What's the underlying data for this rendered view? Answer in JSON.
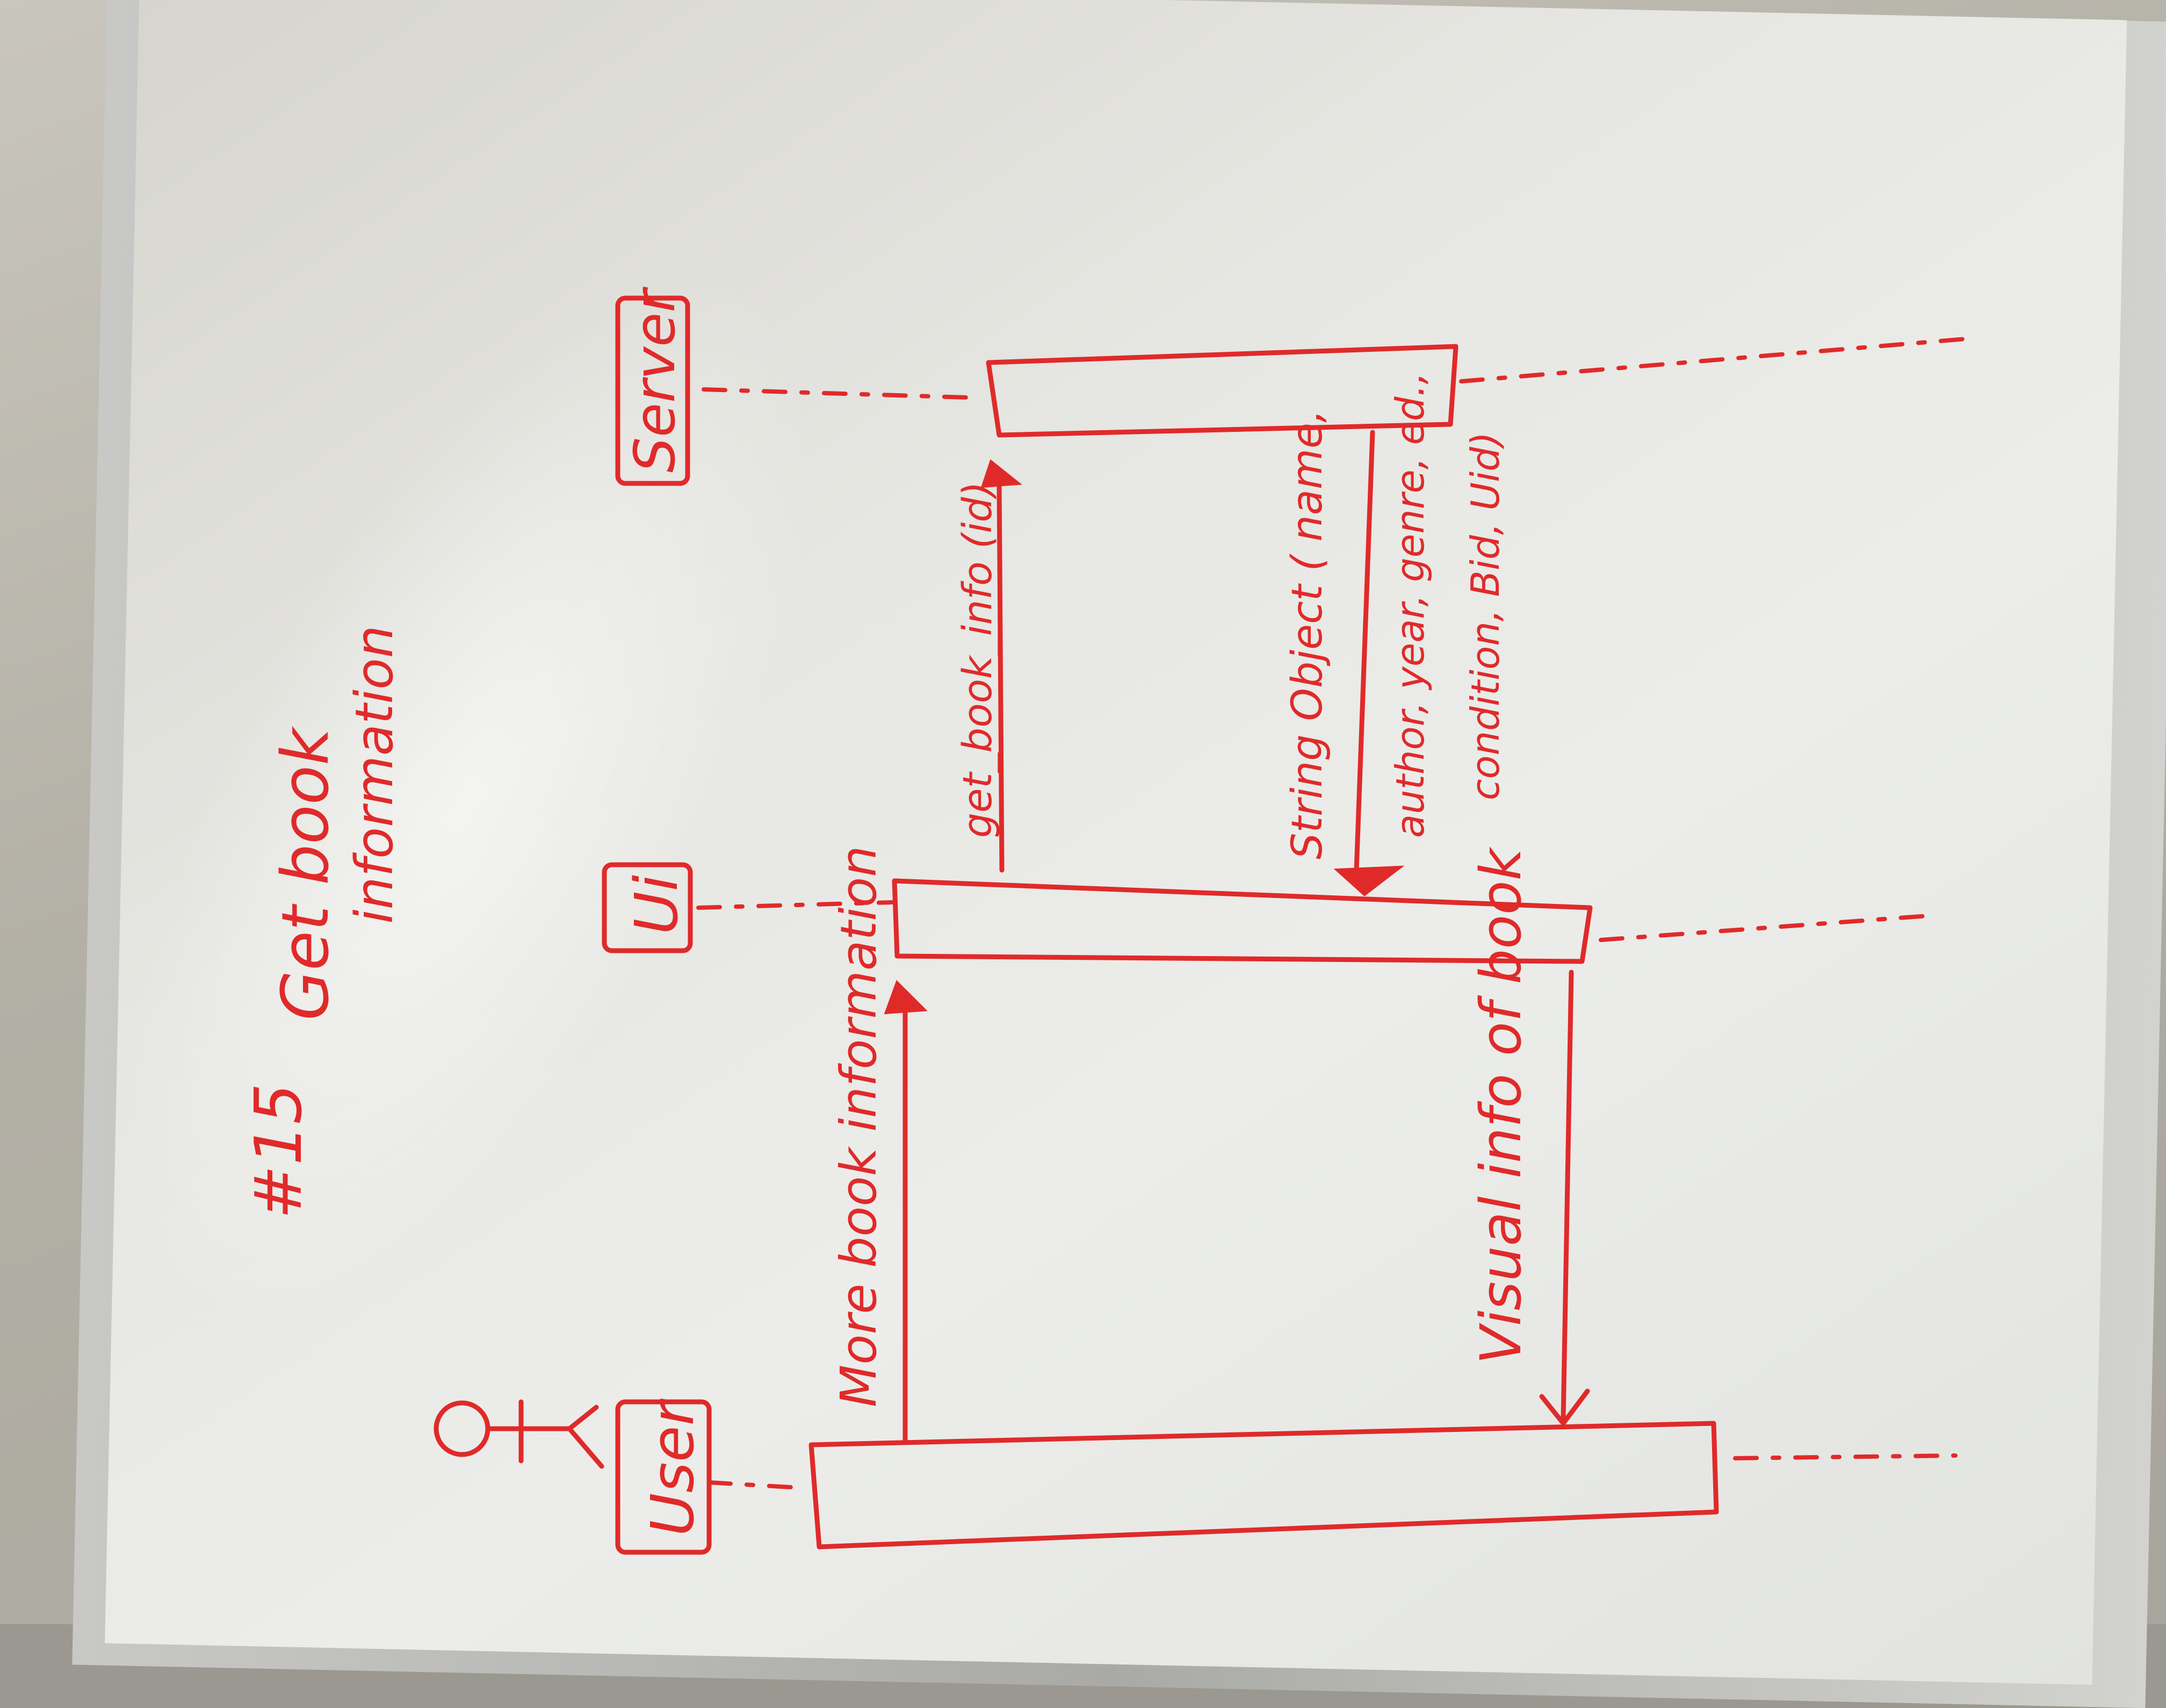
{
  "title": {
    "number": "#15",
    "line1": "Get book",
    "line2": "information"
  },
  "participants": {
    "user": "User",
    "ui": "Ui",
    "server": "Server"
  },
  "messages": {
    "user_to_ui": "More book information",
    "ui_to_server": "get_book_info (id)",
    "server_to_ui_line1": "String Object ( name,",
    "server_to_ui_line2": "author, year, genre, ed.,",
    "server_to_ui_line3": "condition, Bid, Uid)",
    "ui_to_user": "Visual info of book"
  },
  "colors": {
    "ink": "#e02a2a",
    "board": "#e8e8e4"
  }
}
